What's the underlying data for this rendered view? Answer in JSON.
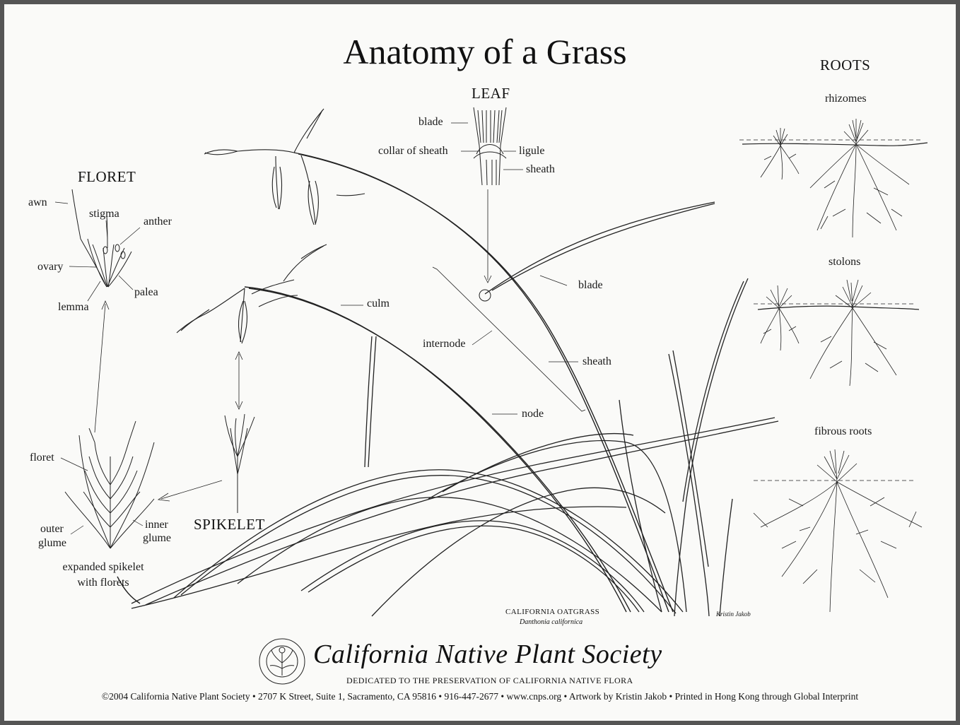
{
  "title": "Anatomy of a Grass",
  "sections": {
    "floret": "FLORET",
    "leaf": "LEAF",
    "roots": "ROOTS",
    "spikelet": "SPIKELET"
  },
  "labels": {
    "awn": "awn",
    "stigma": "stigma",
    "anther": "anther",
    "ovary": "ovary",
    "palea": "palea",
    "lemma": "lemma",
    "leaf_blade": "blade",
    "collar_of_sheath": "collar of sheath",
    "ligule": "ligule",
    "leaf_sheath": "sheath",
    "culm": "culm",
    "blade": "blade",
    "internode": "internode",
    "sheath": "sheath",
    "node": "node",
    "rhizomes": "rhizomes",
    "stolons": "stolons",
    "fibrous_roots": "fibrous roots",
    "floret": "floret",
    "outer_glume_1": "outer",
    "outer_glume_2": "glume",
    "inner_glume_1": "inner",
    "inner_glume_2": "glume",
    "expanded_1": "expanded spikelet",
    "expanded_2": "with florets"
  },
  "species": {
    "common": "CALIFORNIA OATGRASS",
    "latin": "Danthonia californica"
  },
  "signature": "Kristin Jakob",
  "org": {
    "name": "California Native Plant Society",
    "dedication": "DEDICATED TO THE PRESERVATION OF CALIFORNIA NATIVE FLORA",
    "footer": "©2004 California Native Plant Society • 2707 K Street, Suite 1, Sacramento, CA 95816 • 916-447-2677 • www.cnps.org • Artwork by Kristin Jakob • Printed in Hong Kong through Global Interprint"
  }
}
